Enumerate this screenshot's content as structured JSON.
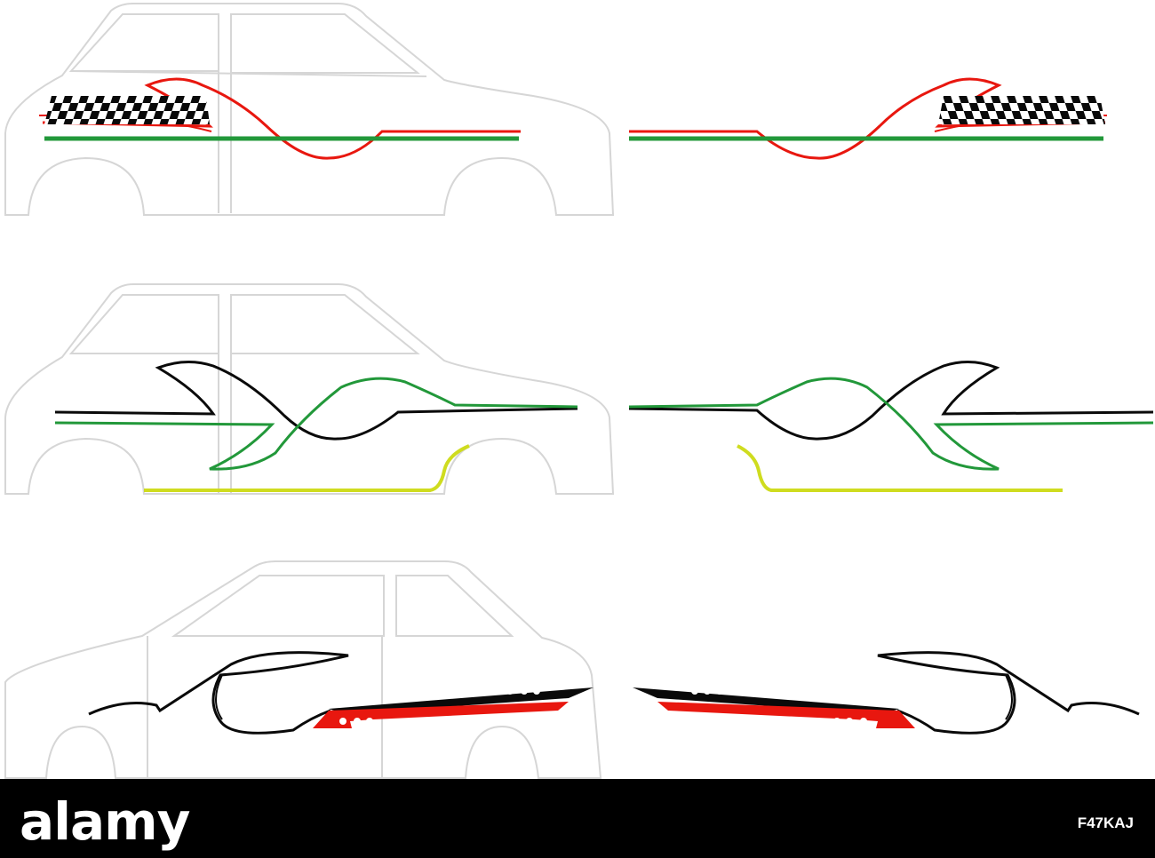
{
  "footer": {
    "brand": "alamy",
    "image_code": "F47KAJ"
  },
  "colors": {
    "outline": "#d6d6d6",
    "red": "#e8170f",
    "green": "#22983a",
    "black": "#0a0a0a",
    "lime": "#cfdc1f",
    "footer_bg": "#000000",
    "footer_text": "#ffffff"
  },
  "designs": [
    {
      "name": "checkered-flag-stripe",
      "stripe_colors": [
        "red",
        "green",
        "black"
      ]
    },
    {
      "name": "swoosh-stripe",
      "stripe_colors": [
        "black",
        "green",
        "lime"
      ]
    },
    {
      "name": "tribal-stripe",
      "stripe_colors": [
        "black",
        "red"
      ]
    }
  ]
}
